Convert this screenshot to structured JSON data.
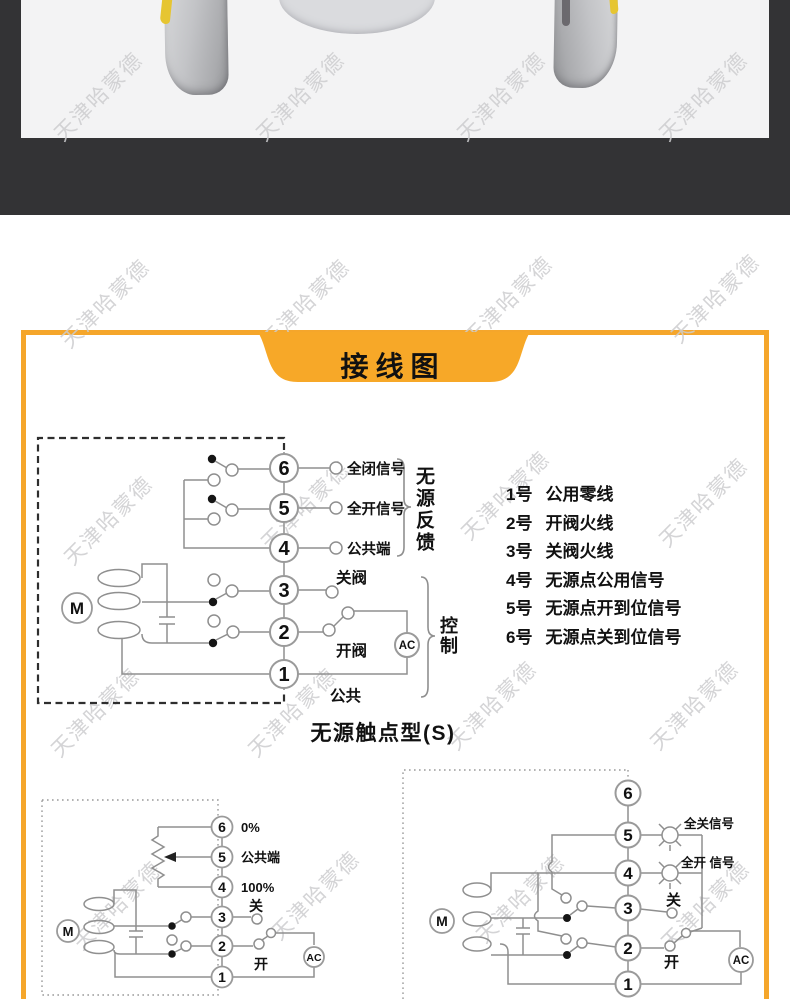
{
  "watermark": {
    "text": "天津哈蒙德"
  },
  "colors": {
    "accent_orange": "#f5a62b",
    "band_dark": "#333335",
    "photo_background": "#f3f3f4",
    "wire_gray": "#8f8f8f"
  },
  "banner": {
    "title": "接线图"
  },
  "diagram_main": {
    "terminals": [
      "6",
      "5",
      "4",
      "3",
      "2",
      "1"
    ],
    "labels": {
      "t6": "全闭信号",
      "t5": "全开信号",
      "t4": "公共端",
      "t3": "关阀",
      "t2": "开阀",
      "t1": "公共",
      "feedback_group": "无源反馈",
      "control_group": "控制",
      "motor": "M",
      "ac": "AC"
    },
    "caption": "无源触点型(S)"
  },
  "terminal_list": {
    "items": [
      {
        "num": "1号",
        "desc": "公用零线"
      },
      {
        "num": "2号",
        "desc": "开阀火线"
      },
      {
        "num": "3号",
        "desc": "关阀火线"
      },
      {
        "num": "4号",
        "desc": "无源点公用信号"
      },
      {
        "num": "5号",
        "desc": "无源点开到位信号"
      },
      {
        "num": "6号",
        "desc": "无源点关到位信号"
      }
    ]
  },
  "diagram_pot": {
    "terminals": [
      "6",
      "5",
      "4",
      "3",
      "2",
      "1"
    ],
    "labels": {
      "t6": "0%",
      "t5": "公共端",
      "t4": "100%",
      "t3": "关",
      "t2": "开",
      "motor": "M",
      "ac": "AC"
    }
  },
  "diagram_lamp": {
    "terminals": [
      "6",
      "5",
      "4",
      "3",
      "2",
      "1"
    ],
    "labels": {
      "t5": "全关信号",
      "t4": "全开 信号",
      "t3": "关",
      "t2": "开",
      "motor": "M",
      "ac": "AC"
    }
  }
}
